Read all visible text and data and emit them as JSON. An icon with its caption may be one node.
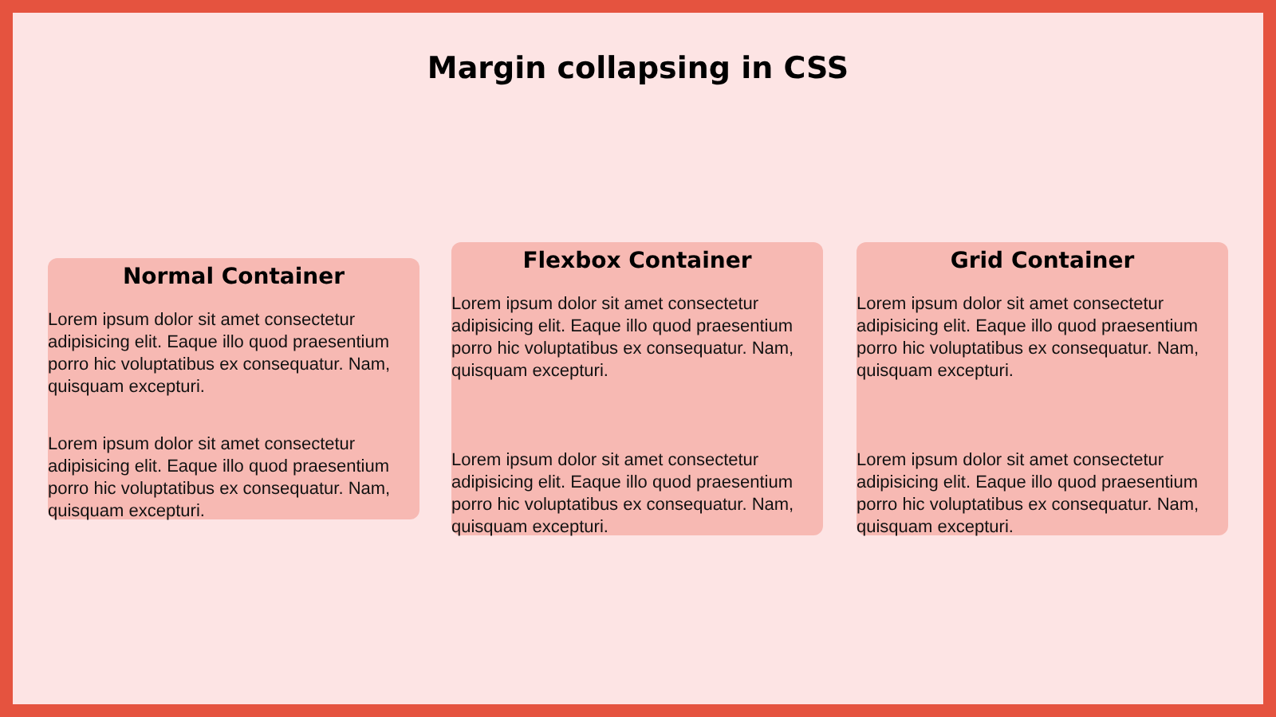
{
  "diagram": {
    "title": "Margin collapsing in CSS",
    "nodes": [
      {
        "text": [
          "Normal Container",
          "Lorem ipsum dolor sit amet consectetur adipisicing elit. Eaque illo quod praesentium porro hic voluptatibus ex consequatur. Nam, quisquam excepturi.",
          "Lorem ipsum dolor sit amet consectetur adipisicing elit. Eaque illo quod praesentium porro hic voluptatibus ex consequatur. Nam, quisquam excepturi."
        ]
      },
      {
        "text": [
          "Flexbox Container",
          "Lorem ipsum dolor sit amet consectetur adipisicing elit. Eaque illo quod praesentium porro hic voluptatibus ex consequatur. Nam, quisquam excepturi.",
          "Lorem ipsum dolor sit amet consectetur adipisicing elit. Eaque illo quod praesentium porro hic voluptatibus ex consequatur. Nam, quisquam excepturi."
        ]
      },
      {
        "text": [
          "Grid Container",
          "Lorem ipsum dolor sit amet consectetur adipisicing elit. Eaque illo quod praesentium porro hic voluptatibus ex consequatur. Nam, quisquam excepturi.",
          "Lorem ipsum dolor sit amet consectetur adipisicing elit. Eaque illo quod praesentium porro hic voluptatibus ex consequatur. Nam, quisquam excepturi."
        ]
      }
    ]
  }
}
